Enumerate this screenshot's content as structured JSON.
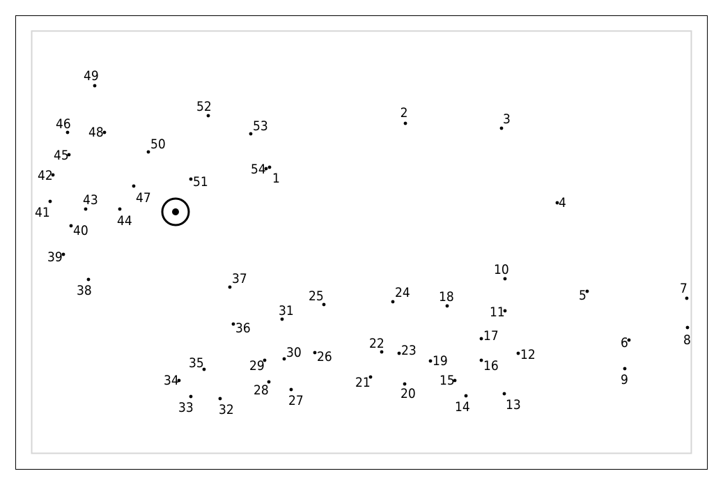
{
  "title": "",
  "colors": {
    "background": "#ffffff",
    "outer_border": "#000000",
    "inner_border": "#d6d6d6",
    "ink": "#000000"
  },
  "icons": {
    "start_marker": "circled-dot-icon"
  },
  "chart_data": {
    "type": "scatter",
    "title": "",
    "xlabel": "",
    "ylabel": "",
    "xlim": [
      0,
      1038
    ],
    "ylim": [
      0,
      696
    ],
    "y_axis_direction": "down",
    "grid": false,
    "start_marker": {
      "x": 252,
      "y": 304
    },
    "points": [
      {
        "label": "1",
        "x": 387,
        "y": 240
      },
      {
        "label": "2",
        "x": 582,
        "y": 177
      },
      {
        "label": "3",
        "x": 720,
        "y": 184
      },
      {
        "label": "4",
        "x": 800,
        "y": 291
      },
      {
        "label": "5",
        "x": 843,
        "y": 418
      },
      {
        "label": "6",
        "x": 903,
        "y": 488
      },
      {
        "label": "7",
        "x": 986,
        "y": 428
      },
      {
        "label": "8",
        "x": 987,
        "y": 470
      },
      {
        "label": "9",
        "x": 897,
        "y": 529
      },
      {
        "label": "10",
        "x": 725,
        "y": 400
      },
      {
        "label": "11",
        "x": 725,
        "y": 446
      },
      {
        "label": "12",
        "x": 744,
        "y": 507
      },
      {
        "label": "13",
        "x": 724,
        "y": 565
      },
      {
        "label": "14",
        "x": 669,
        "y": 568
      },
      {
        "label": "15",
        "x": 653,
        "y": 546
      },
      {
        "label": "16",
        "x": 691,
        "y": 517
      },
      {
        "label": "17",
        "x": 691,
        "y": 486
      },
      {
        "label": "18",
        "x": 642,
        "y": 439
      },
      {
        "label": "19",
        "x": 618,
        "y": 518
      },
      {
        "label": "20",
        "x": 581,
        "y": 551
      },
      {
        "label": "21",
        "x": 532,
        "y": 541
      },
      {
        "label": "22",
        "x": 548,
        "y": 505
      },
      {
        "label": "23",
        "x": 573,
        "y": 507
      },
      {
        "label": "24",
        "x": 564,
        "y": 433
      },
      {
        "label": "25",
        "x": 465,
        "y": 437
      },
      {
        "label": "26",
        "x": 452,
        "y": 506
      },
      {
        "label": "27",
        "x": 418,
        "y": 559
      },
      {
        "label": "28",
        "x": 386,
        "y": 548
      },
      {
        "label": "29",
        "x": 380,
        "y": 517
      },
      {
        "label": "30",
        "x": 408,
        "y": 515
      },
      {
        "label": "31",
        "x": 405,
        "y": 458
      },
      {
        "label": "32",
        "x": 316,
        "y": 572
      },
      {
        "label": "33",
        "x": 274,
        "y": 569
      },
      {
        "label": "34",
        "x": 257,
        "y": 546
      },
      {
        "label": "35",
        "x": 293,
        "y": 530
      },
      {
        "label": "36",
        "x": 335,
        "y": 465
      },
      {
        "label": "37",
        "x": 330,
        "y": 412
      },
      {
        "label": "38",
        "x": 127,
        "y": 401
      },
      {
        "label": "39",
        "x": 91,
        "y": 365
      },
      {
        "label": "40",
        "x": 102,
        "y": 324
      },
      {
        "label": "41",
        "x": 72,
        "y": 289
      },
      {
        "label": "42",
        "x": 76,
        "y": 251
      },
      {
        "label": "43",
        "x": 123,
        "y": 300
      },
      {
        "label": "44",
        "x": 172,
        "y": 300
      },
      {
        "label": "45",
        "x": 99,
        "y": 222
      },
      {
        "label": "46",
        "x": 97,
        "y": 190
      },
      {
        "label": "47",
        "x": 192,
        "y": 267
      },
      {
        "label": "48",
        "x": 150,
        "y": 190
      },
      {
        "label": "49",
        "x": 136,
        "y": 123
      },
      {
        "label": "50",
        "x": 213,
        "y": 218
      },
      {
        "label": "51",
        "x": 274,
        "y": 257
      },
      {
        "label": "52",
        "x": 299,
        "y": 166
      },
      {
        "label": "53",
        "x": 360,
        "y": 192
      },
      {
        "label": "54",
        "x": 382,
        "y": 242
      }
    ]
  }
}
